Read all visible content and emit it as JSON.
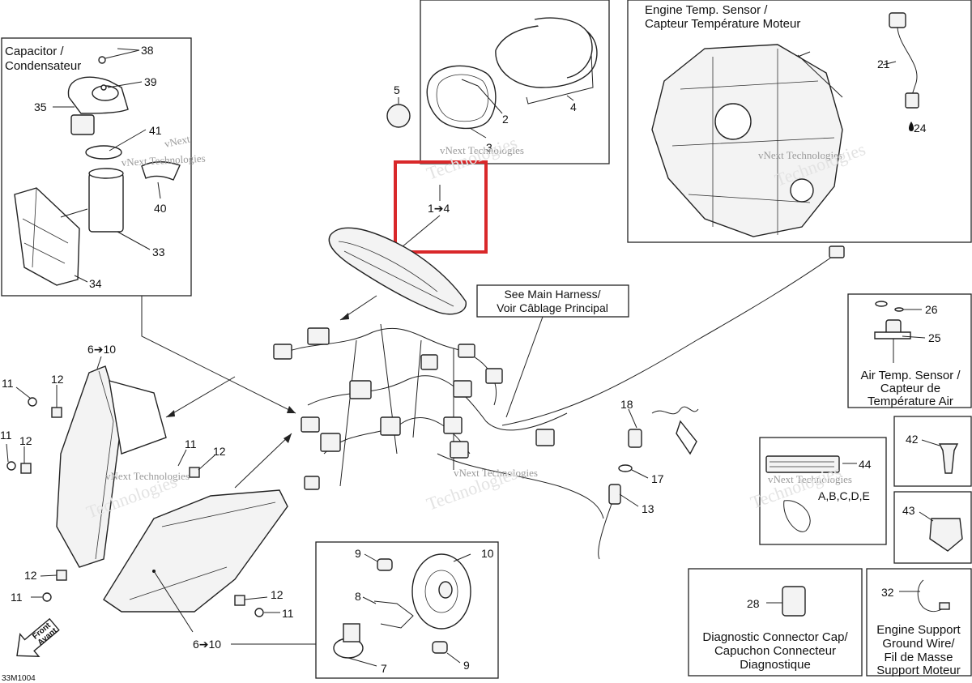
{
  "callouts": {
    "capacitor_title_1": "Capacitor /",
    "capacitor_title_2": "Condensateur",
    "engine_temp_title_1": "Engine Temp. Sensor /",
    "engine_temp_title_2": "Capteur Température Moteur",
    "main_harness_1": "See Main Harness/",
    "main_harness_2": "Voir Câblage Principal",
    "air_temp_1": "Air Temp. Sensor /",
    "air_temp_2": "Capteur de",
    "air_temp_3": "Température Air",
    "diag_1": "Diagnostic Connector Cap/",
    "diag_2": "Capuchon Connecteur",
    "diag_3": "Diagnostique",
    "ground_1": "Engine Support",
    "ground_2": "Ground Wire/",
    "ground_3": "Fil de Masse",
    "ground_4": "Support Moteur",
    "adhesive_variants": "A,B,C,D,E",
    "highlight_label": "1➔4",
    "headlamp_top_label": "6➔10",
    "headlamp_bottom_label": "6➔10",
    "front_1": "Front",
    "front_2": "Avant",
    "figure_code": "33M1004"
  },
  "part_numbers": {
    "p38": "38",
    "p39": "39",
    "p35": "35",
    "p41": "41",
    "p40": "40",
    "p33": "33",
    "p34": "34",
    "p5": "5",
    "p2": "2",
    "p3": "3",
    "p4": "4",
    "p21": "21",
    "p24": "24",
    "p26": "26",
    "p25": "25",
    "p42": "42",
    "p43": "43",
    "p44": "44",
    "p18": "18",
    "p17": "17",
    "p13": "13",
    "p11a": "11",
    "p12a": "12",
    "p11b": "11",
    "p12b": "12",
    "p11c": "11",
    "p12c": "12",
    "p12d": "12",
    "p11d": "11",
    "p12e": "12",
    "p11e": "11",
    "p9a": "9",
    "p10": "10",
    "p8": "8",
    "p7": "7",
    "p9b": "9",
    "p28": "28",
    "p32": "32"
  },
  "watermark": {
    "line1": "vNext",
    "line2": "vNext Technologies",
    "big": "Technologies"
  },
  "colors": {
    "highlight": "#d9282a",
    "watermark": "#9a9a9a",
    "ink": "#222222"
  }
}
